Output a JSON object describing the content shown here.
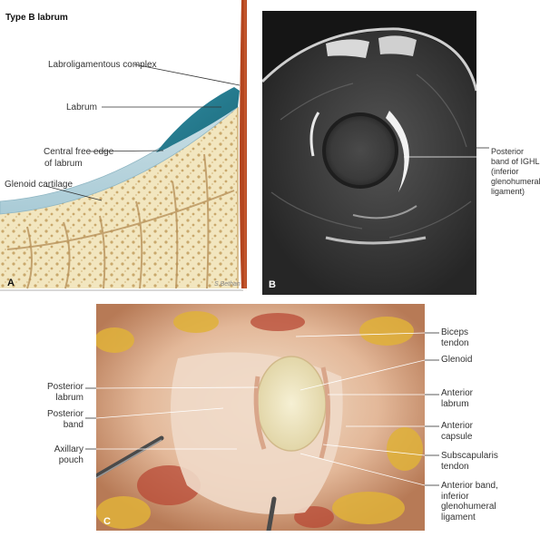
{
  "panel_a": {
    "title": "Type B labrum",
    "letter": "A",
    "signature": "S.Bethan",
    "labels": {
      "labroligamentous": "Labroligamentous complex",
      "labrum": "Labrum",
      "free_edge_1": "Central free edge",
      "free_edge_2": "of labrum",
      "glenoid_cartilage": "Glenoid cartilage"
    }
  },
  "panel_b": {
    "letter": "B",
    "labels": [
      "Posterior",
      "band of IGHL",
      "(inferior",
      "glenohumeral",
      "ligament)"
    ]
  },
  "panel_c": {
    "letter": "C",
    "left_labels": {
      "posterior_labrum": [
        "Posterior",
        "labrum"
      ],
      "posterior_band": [
        "Posterior",
        "band"
      ],
      "axillary_pouch": [
        "Axillary",
        "pouch"
      ]
    },
    "right_labels": {
      "biceps_tendon": [
        "Biceps",
        "tendon"
      ],
      "glenoid": [
        "Glenoid"
      ],
      "anterior_labrum": [
        "Anterior",
        "labrum"
      ],
      "anterior_capsule": [
        "Anterior",
        "capsule"
      ],
      "subscapularis_tendon": [
        "Subscapularis",
        "tendon"
      ],
      "anterior_band": [
        "Anterior band,",
        "inferior",
        "glenohumeral",
        "ligament"
      ]
    }
  }
}
